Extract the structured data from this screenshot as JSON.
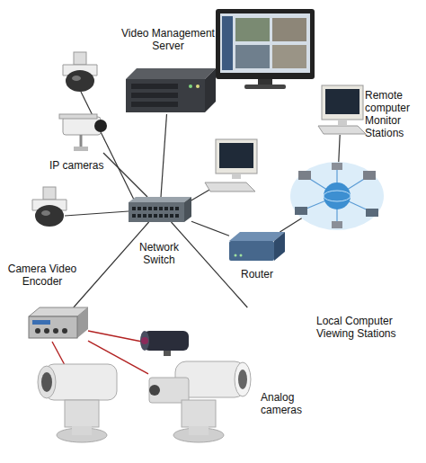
{
  "diagram": {
    "nodes": [
      {
        "text": [
          "Video Management Server"
        ]
      },
      {
        "text": [
          "IP cameras"
        ]
      },
      {
        "text": [
          "Remote computer Monitor Stations"
        ]
      },
      {
        "text": [
          "Network Switch"
        ]
      },
      {
        "text": [
          "Router"
        ]
      },
      {
        "text": [
          "Camera Video Encoder"
        ]
      },
      {
        "text": [
          "Local Computer Viewing Stations"
        ]
      },
      {
        "text": [
          "Analog cameras"
        ]
      }
    ],
    "edges": [
      {
        "from": 3,
        "to": 0,
        "arrow": "none"
      },
      {
        "from": 3,
        "to": 1,
        "arrow": "none"
      },
      {
        "from": 3,
        "to": 4,
        "arrow": "none"
      },
      {
        "from": 4,
        "to": 2,
        "arrow": "none"
      },
      {
        "from": 3,
        "to": 5,
        "arrow": "none"
      },
      {
        "from": 3,
        "to": 6,
        "arrow": "none"
      },
      {
        "from": 5,
        "to": 7,
        "arrow": "none"
      }
    ]
  }
}
